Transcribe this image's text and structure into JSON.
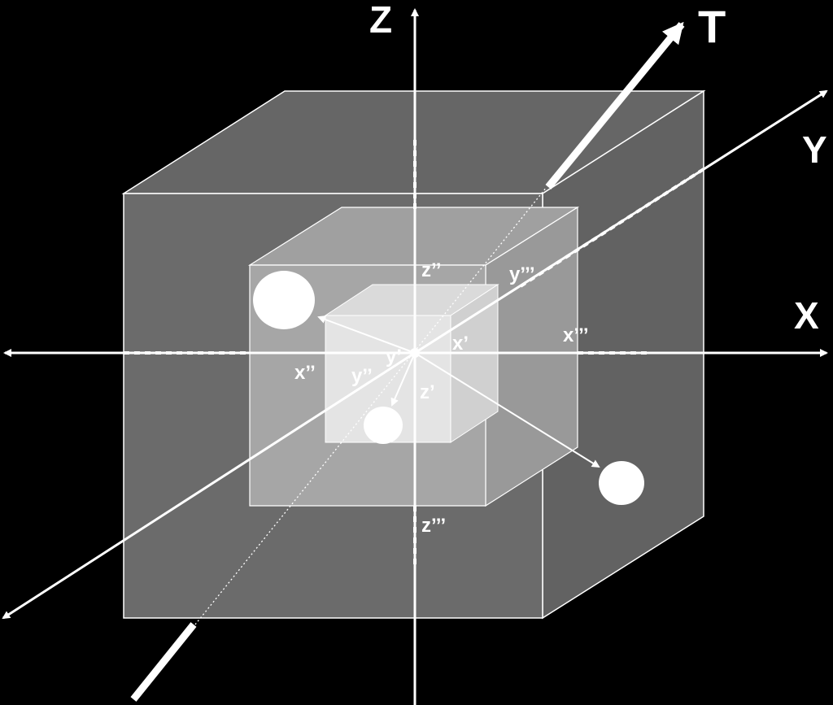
{
  "axes": {
    "z": "Z",
    "x": "X",
    "y": "Y",
    "t": "T"
  },
  "labels": {
    "z_double": "z’’",
    "y_triple_top": "y’’’",
    "x_triple": "x’’’",
    "x_double": "x’’",
    "y_double": "y’’",
    "y_single": "y’",
    "x_single": "x’",
    "z_single": "z’",
    "z_triple": "z’’’"
  },
  "colors": {
    "background": "#000000",
    "outer_cube": "#6a6a6a",
    "middle_cube": "#a8a8a8",
    "inner_cube": "#e0e0e0",
    "lines": "#ffffff"
  }
}
